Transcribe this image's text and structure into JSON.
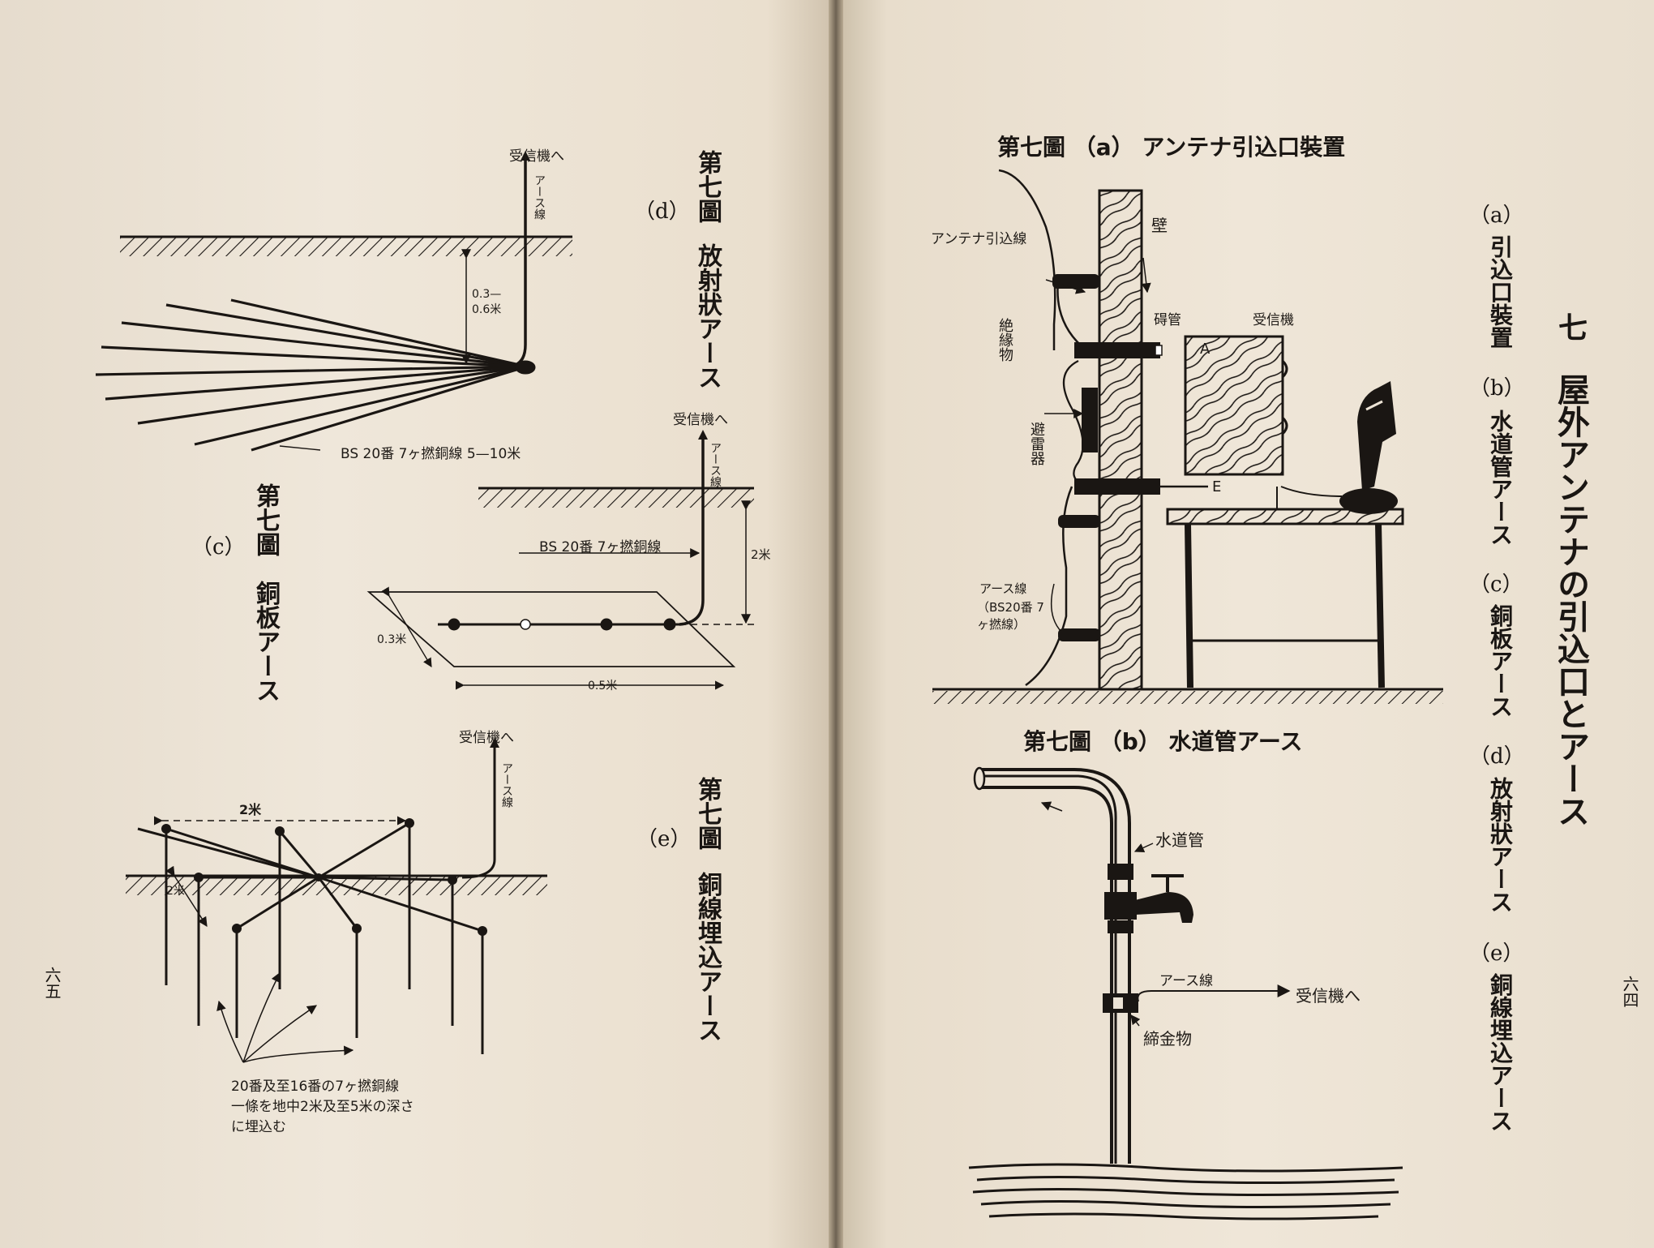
{
  "left_page": {
    "page_number": "六五",
    "fig_d": {
      "fig_no": "第七圖",
      "label": "（d）",
      "title": "放射狀アース",
      "notes": {
        "to_receiver": "受信機へ",
        "earth_wire": "アース線",
        "depth": "0.3—0.6米",
        "wires": "BS 20番 7ヶ撚銅線 5—10米"
      }
    },
    "fig_c": {
      "fig_no": "第七圖",
      "label": "（c）",
      "title": "銅板アース",
      "notes": {
        "to_receiver": "受信機へ",
        "earth_wire": "アース線",
        "wire": "BS 20番 7ヶ撚銅線",
        "depth": "2米",
        "w1": "0.3米",
        "w2": "0.5米"
      }
    },
    "fig_e": {
      "fig_no": "第七圖",
      "label": "（e）",
      "title": "銅線埋込アース",
      "notes": {
        "to_receiver": "受信機へ",
        "earth_wire": "アース線",
        "span": "2米",
        "span2": "2米",
        "caption_l1": "20番及至16番の7ヶ撚銅線",
        "caption_l2": "一條を地中2米及至5米の深さ",
        "caption_l3": "に埋込む"
      }
    }
  },
  "right_page": {
    "page_number": "六四",
    "chapter_no": "七",
    "chapter_title": "屋外アンテナの引込口とアース",
    "toc": [
      {
        "label": "（a）",
        "text": "引込口裝置"
      },
      {
        "label": "（b）",
        "text": "水道管アース"
      },
      {
        "label": "（c）",
        "text": "銅板アース"
      },
      {
        "label": "（d）",
        "text": "放射狀アース"
      },
      {
        "label": "（e）",
        "text": "銅線埋込アース"
      }
    ],
    "fig_a": {
      "caption": "第七圖 （a） アンテナ引込口裝置",
      "notes": {
        "lead_in": "アンテナ引込線",
        "wall": "壁",
        "insulator": "絶緣物",
        "porcelain_tube": "碍管",
        "receiver": "受信機",
        "arrester": "避雷器",
        "earth_wire": "アース線",
        "earth_spec": "（BS20番 7ヶ撚線）",
        "A": "A",
        "E": "E"
      }
    },
    "fig_b": {
      "caption": "第七圖 （b） 水道管アース",
      "notes": {
        "pipe": "水道管",
        "earth_wire": "アース線",
        "to_receiver": "受信機へ",
        "clamp": "締金物"
      }
    }
  }
}
